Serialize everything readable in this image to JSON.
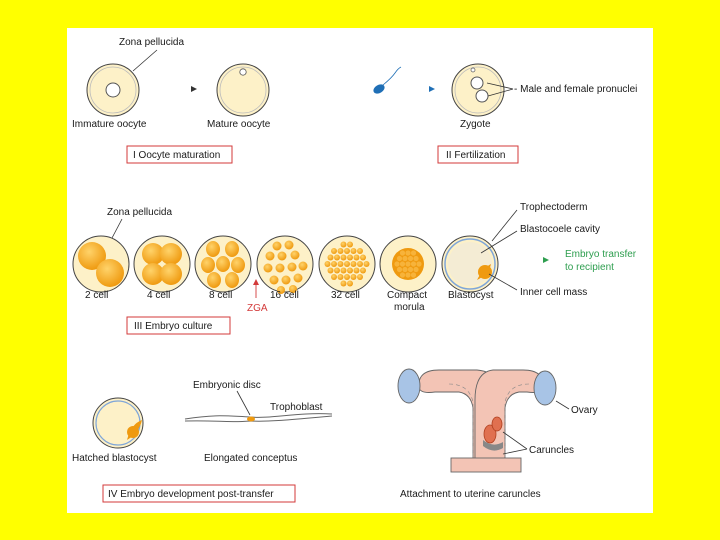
{
  "colors": {
    "slide_background": "#ffff00",
    "panel_background": "#ffffff",
    "oocyte_fill": "#fdf1c8",
    "cell_orange": "#f1a21a",
    "section_box_border": "#d33a3a",
    "zga_label": "#d33a3a",
    "embryo_transfer_label": "#2e9e4f",
    "uterus_pink": "#f3c4b5",
    "ovary_blue": "#a8c4e6",
    "sperm_blue": "#1f6fb6"
  },
  "section1": {
    "zona_label": "Zona pellucida",
    "immature_label": "Immature oocyte",
    "mature_label": "Mature oocyte",
    "box_title": "I Oocyte maturation"
  },
  "section2": {
    "pronuclei_label": "Male and female pronuclei",
    "zygote_label": "Zygote",
    "box_title": "II Fertilization"
  },
  "section3": {
    "zona_label": "Zona pellucida",
    "stages": [
      "2 cell",
      "4 cell",
      "8 cell",
      "16 cell",
      "32 cell",
      "Compact",
      "Blastocyst"
    ],
    "morula_label": "morula",
    "zga_label": "ZGA",
    "trophectoderm_label": "Trophectoderm",
    "blastocoele_label": "Blastocoele cavity",
    "transfer_line1": "Embryo transfer",
    "transfer_line2": "to recipient",
    "icm_label": "Inner cell mass",
    "box_title": "III Embryo culture"
  },
  "section4": {
    "hatched_label": "Hatched blastocyst",
    "embryonic_disc_label": "Embryonic disc",
    "trophoblast_label": "Trophoblast",
    "elongated_label": "Elongated conceptus",
    "ovary_label": "Ovary",
    "caruncles_label": "Caruncles",
    "attachment_label": "Attachment to uterine caruncles",
    "box_title": "IV Embryo development post-transfer"
  }
}
